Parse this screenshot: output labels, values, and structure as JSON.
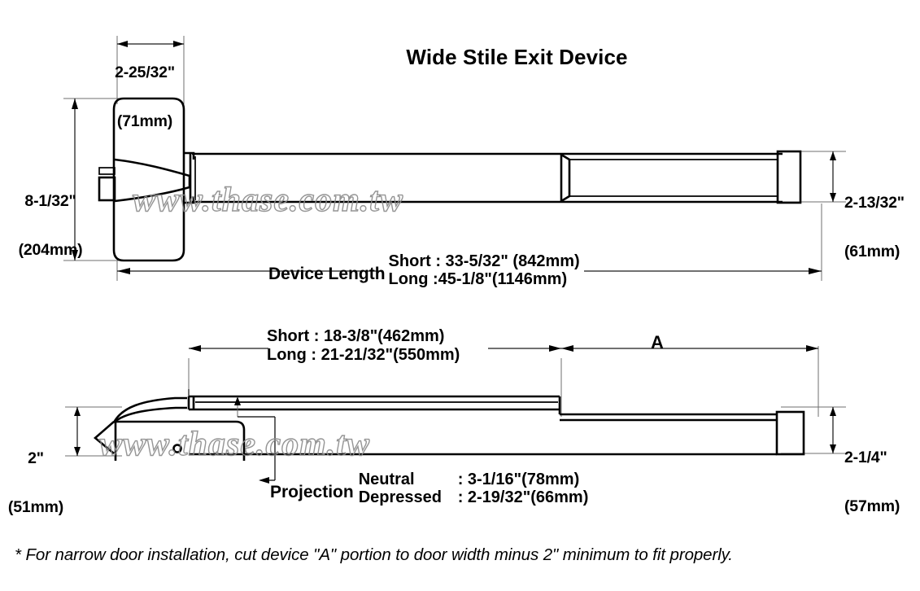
{
  "title": "Wide Stile Exit Device",
  "dimensions": {
    "top_width": {
      "inch": "2-25/32\"",
      "mm": "(71mm)"
    },
    "left_height": {
      "inch": "8-1/32\"",
      "mm": "(204mm)"
    },
    "right_height": {
      "inch": "2-13/32\"",
      "mm": "(61mm)"
    },
    "bottom_left_height": {
      "inch": "2\"",
      "mm": "(51mm)"
    },
    "bottom_right_height": {
      "inch": "2-1/4\"",
      "mm": "(57mm)"
    },
    "a_label": "A"
  },
  "device_length": {
    "label": "Device Length",
    "short": "Short : 33-5/32\" (842mm)",
    "long": "Long :45-1/8\"(1146mm)"
  },
  "bar_length": {
    "short": "Short : 18-3/8\"(462mm)",
    "long": "Long : 21-21/32\"(550mm)"
  },
  "projection": {
    "label": "Projection",
    "rows": [
      {
        "name": "Neutral",
        "value": ": 3-1/16\"(78mm)"
      },
      {
        "name": "Depressed",
        "value": ": 2-19/32\"(66mm)"
      }
    ]
  },
  "footnote": "* For narrow door installation, cut device \"A\" portion to door width minus 2\" minimum to fit properly.",
  "watermark": "www.thase.com.tw",
  "colors": {
    "ink": "#000000",
    "dimension_line": "#1a1a1a",
    "extension_line": "#6f6f6f",
    "watermark": "#8c8c8c",
    "background": "#ffffff"
  }
}
